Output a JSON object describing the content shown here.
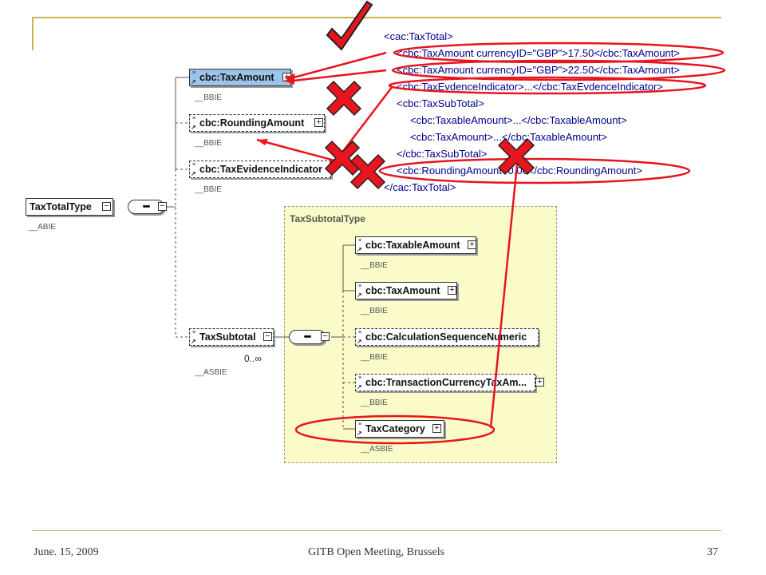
{
  "footer": {
    "date": "June. 15, 2009",
    "title": "GITB Open Meeting, Brussels",
    "page": "37"
  },
  "schema": {
    "root": {
      "label": "TaxTotalType",
      "sub": "__ABIE"
    },
    "items": [
      {
        "label": "cbc:TaxAmount",
        "sub": "__BBIE"
      },
      {
        "label": "cbc:RoundingAmount",
        "sub": "__BBIE"
      },
      {
        "label": "cbc:TaxEvidenceIndicator",
        "sub": "__BBIE"
      },
      {
        "label": "TaxSubtotal",
        "sub": "__ASBIE",
        "cardinality": "0..∞"
      }
    ],
    "subtotal_type": {
      "title": "TaxSubtotalType",
      "items": [
        {
          "label": "cbc:TaxableAmount",
          "sub": "__BBIE"
        },
        {
          "label": "cbc:TaxAmount",
          "sub": "__BBIE"
        },
        {
          "label": "cbc:CalculationSequenceNumeric",
          "sub": "__BBIE"
        },
        {
          "label": "cbc:TransactionCurrencyTaxAm...",
          "sub": "__BBIE"
        },
        {
          "label": "TaxCategory",
          "sub": "__ASBIE"
        }
      ]
    }
  },
  "xml": {
    "lines": [
      "<cac:TaxTotal>",
      "<cbc:TaxAmount currencyID=\"GBP\">17.50</cbc:TaxAmount>",
      "<cbc:TaxAmount currencyID=\"GBP\">22.50</cbc:TaxAmount>",
      "<cbc:TaxEvdenceIndicator>...</cbc:TaxEvdenceIndicator>",
      "<cbc:TaxSubTotal>",
      "<cbc:TaxableAmount>...</cbc:TaxableAmount>",
      "<cbc:TaxAmount>...</cbc:TaxableAmount>",
      "</cbc:TaxSubTotal>",
      "<cbc:RoundingAmount>0.00</cbc:RoundingAmount>",
      "</cac:TaxTotal>"
    ]
  },
  "colors": {
    "annotation": "#e8141e",
    "highlight": "#9cc3ea",
    "panel": "#fbfbc9",
    "frame": "#c8b455"
  },
  "icons": [
    "checkmark-icon",
    "cross-icon",
    "plus-box-icon",
    "minus-box-icon",
    "sequence-icon"
  ]
}
